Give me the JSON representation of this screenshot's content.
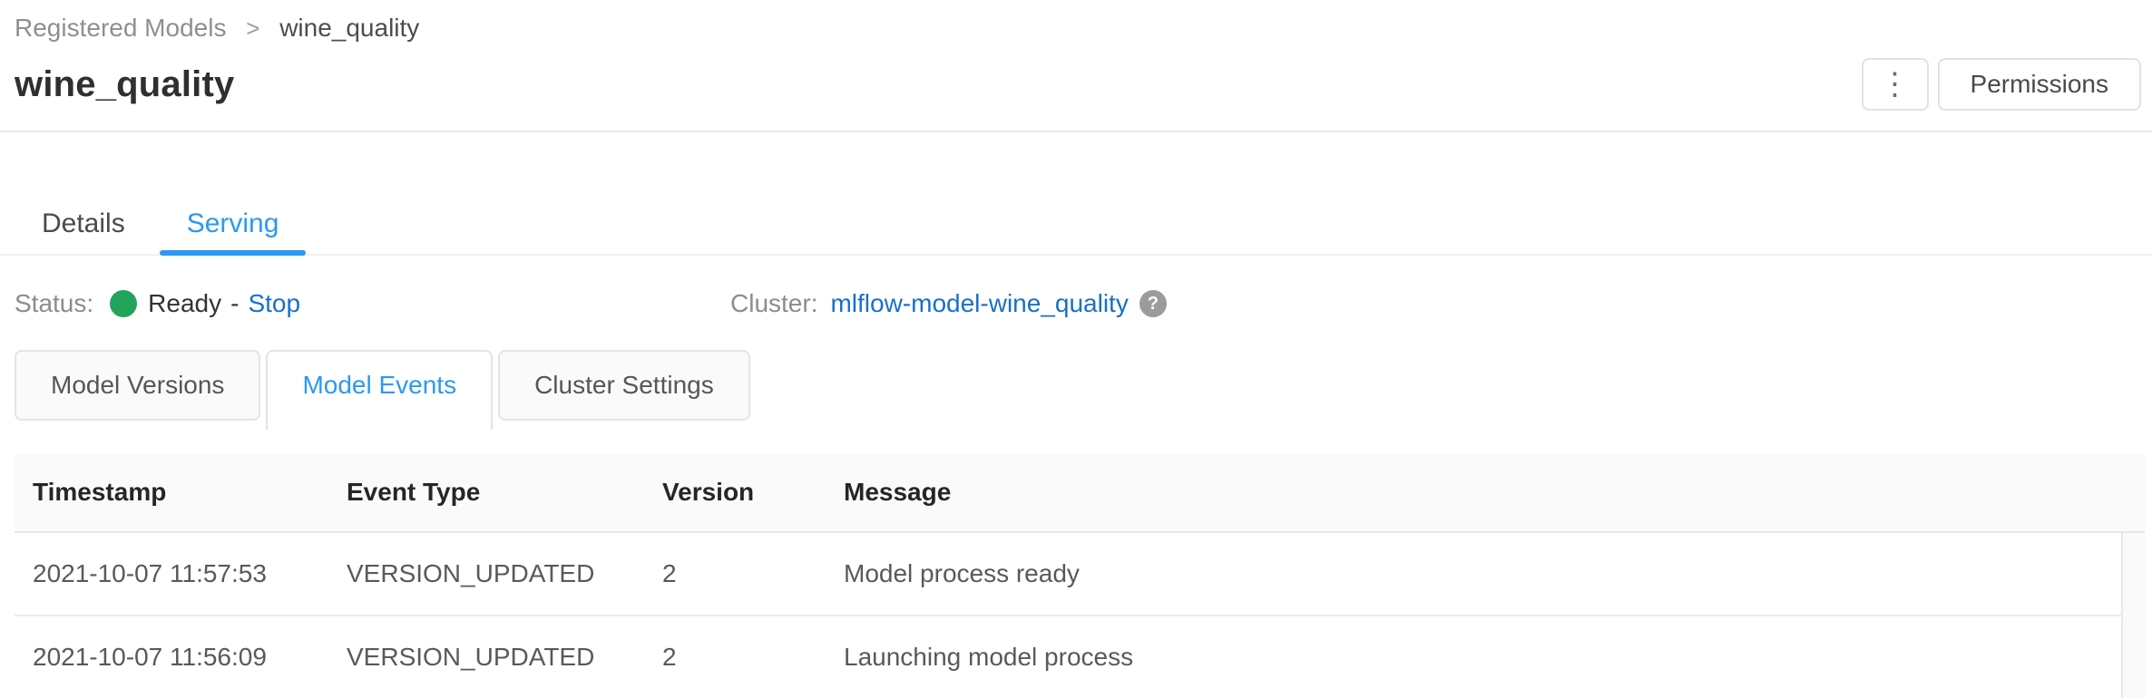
{
  "breadcrumb": {
    "items": [
      "Registered Models",
      "wine_quality"
    ],
    "separator": ">"
  },
  "header": {
    "title": "wine_quality",
    "more_icon": "⋮",
    "permissions_label": "Permissions"
  },
  "tabs": [
    {
      "label": "Details",
      "active": false
    },
    {
      "label": "Serving",
      "active": true
    }
  ],
  "status": {
    "label": "Status:",
    "value": "Ready",
    "separator": "-",
    "action": "Stop"
  },
  "cluster": {
    "label": "Cluster:",
    "link": "mlflow-model-wine_quality",
    "help_glyph": "?"
  },
  "subtabs": [
    {
      "label": "Model Versions",
      "active": false
    },
    {
      "label": "Model Events",
      "active": true
    },
    {
      "label": "Cluster Settings",
      "active": false
    }
  ],
  "table": {
    "columns": [
      "Timestamp",
      "Event Type",
      "Version",
      "Message"
    ],
    "rows": [
      [
        "2021-10-07 11:57:53",
        "VERSION_UPDATED",
        "2",
        "Model process ready"
      ],
      [
        "2021-10-07 11:56:09",
        "VERSION_UPDATED",
        "2",
        "Launching model process"
      ]
    ]
  },
  "colors": {
    "accent_blue": "#2b99f3",
    "link_blue": "#1870c9",
    "status_green": "#22a45a"
  }
}
